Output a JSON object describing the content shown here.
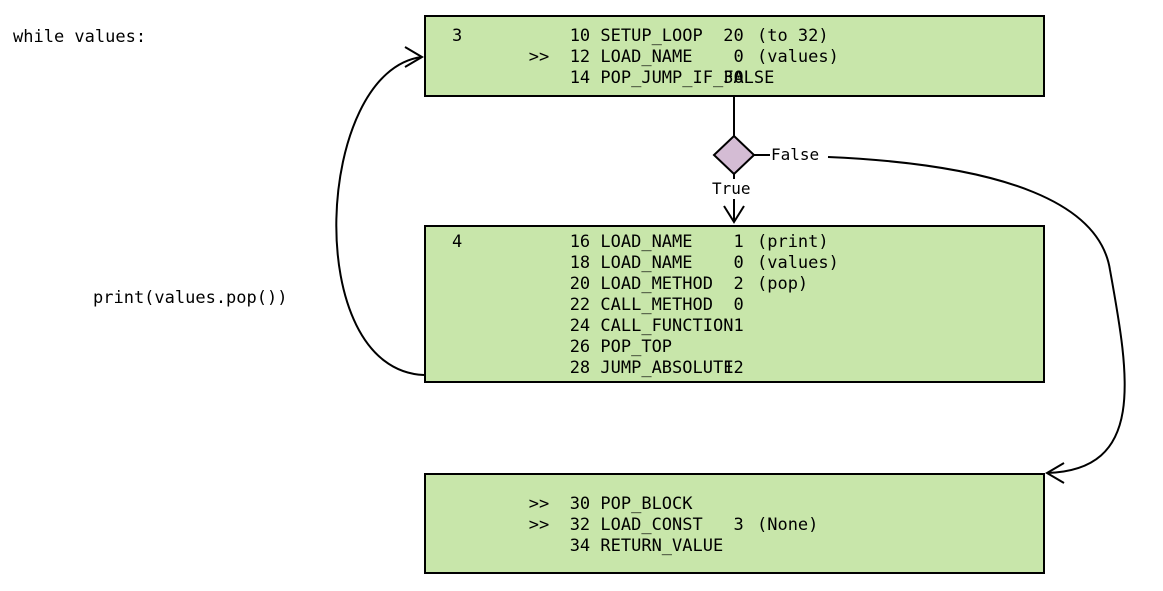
{
  "source_lines": {
    "while_line": "while values:",
    "print_line": "print(values.pop())"
  },
  "blocks": [
    {
      "line_number": "3",
      "rows": [
        {
          "marker": "",
          "offset": "10",
          "opname": "SETUP_LOOP",
          "arg": "20",
          "argrepr": "(to 32)"
        },
        {
          "marker": ">>",
          "offset": "12",
          "opname": "LOAD_NAME",
          "arg": "0",
          "argrepr": "(values)"
        },
        {
          "marker": "",
          "offset": "14",
          "opname": "POP_JUMP_IF_FALSE",
          "arg": "30",
          "argrepr": ""
        }
      ]
    },
    {
      "line_number": "4",
      "rows": [
        {
          "marker": "",
          "offset": "16",
          "opname": "LOAD_NAME",
          "arg": "1",
          "argrepr": "(print)"
        },
        {
          "marker": "",
          "offset": "18",
          "opname": "LOAD_NAME",
          "arg": "0",
          "argrepr": "(values)"
        },
        {
          "marker": "",
          "offset": "20",
          "opname": "LOAD_METHOD",
          "arg": "2",
          "argrepr": "(pop)"
        },
        {
          "marker": "",
          "offset": "22",
          "opname": "CALL_METHOD",
          "arg": "0",
          "argrepr": ""
        },
        {
          "marker": "",
          "offset": "24",
          "opname": "CALL_FUNCTION",
          "arg": "1",
          "argrepr": ""
        },
        {
          "marker": "",
          "offset": "26",
          "opname": "POP_TOP",
          "arg": "",
          "argrepr": ""
        },
        {
          "marker": "",
          "offset": "28",
          "opname": "JUMP_ABSOLUTE",
          "arg": "12",
          "argrepr": ""
        }
      ]
    },
    {
      "line_number": "",
      "rows": [
        {
          "marker": ">>",
          "offset": "30",
          "opname": "POP_BLOCK",
          "arg": "",
          "argrepr": ""
        },
        {
          "marker": ">>",
          "offset": "32",
          "opname": "LOAD_CONST",
          "arg": "3",
          "argrepr": "(None)"
        },
        {
          "marker": "",
          "offset": "34",
          "opname": "RETURN_VALUE",
          "arg": "",
          "argrepr": ""
        }
      ]
    }
  ],
  "edges": {
    "false_label": "False",
    "true_label": "True"
  },
  "colors": {
    "block_fill": "#c8e6aa",
    "decision_fill": "#d4bcd4",
    "stroke": "#000000"
  }
}
